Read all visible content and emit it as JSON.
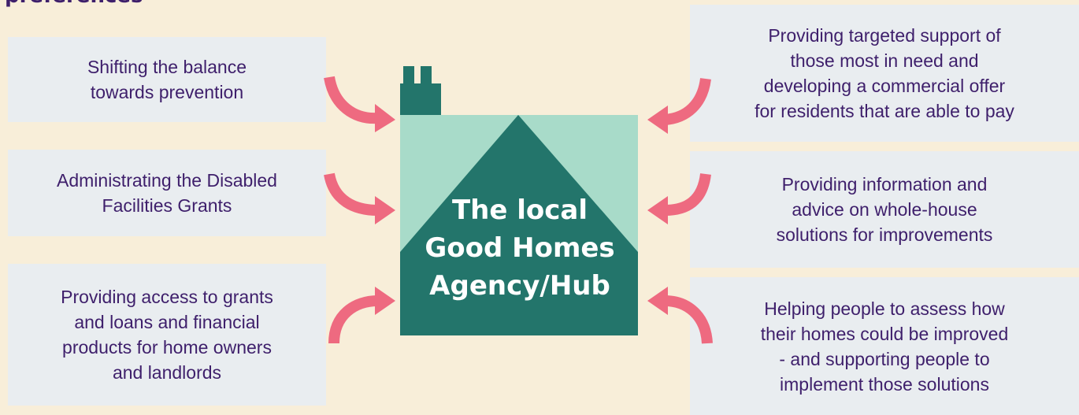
{
  "heading": "preferences",
  "hub": {
    "label_lines": [
      "The local",
      "Good Homes",
      "Agency/Hub"
    ]
  },
  "left_boxes": [
    {
      "lines": [
        "Shifting the balance",
        "towards prevention"
      ]
    },
    {
      "lines": [
        "Administrating the Disabled",
        "Facilities Grants"
      ]
    },
    {
      "lines": [
        "Providing access to grants",
        "and loans and financial",
        "products for home owners",
        "and landlords"
      ]
    }
  ],
  "right_boxes": [
    {
      "lines": [
        "Providing targeted support of",
        "those most in need and",
        "developing a commercial offer",
        "for residents that are able to pay"
      ]
    },
    {
      "lines": [
        "Providing information and",
        "advice on whole-house",
        "solutions for improvements"
      ]
    },
    {
      "lines": [
        "Helping people to assess how",
        "their homes could be improved",
        "- and supporting people to",
        "implement those solutions"
      ]
    }
  ],
  "colors": {
    "background": "#f8eed9",
    "box": "#e9edf0",
    "text": "#3e1f6b",
    "house_dark": "#23756b",
    "house_light": "#a8dbc9",
    "arrow": "#ee6a80"
  }
}
